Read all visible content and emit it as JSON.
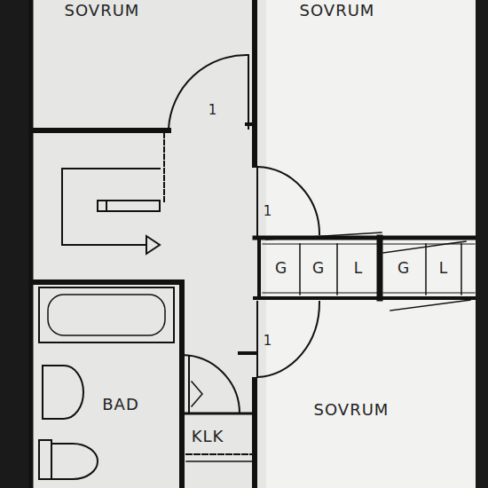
{
  "diagram": {
    "labels": [
      "SOVRUM",
      "SOVRUM",
      "1",
      "1",
      "1",
      "G",
      "G",
      "L",
      "G",
      "L",
      "BAD",
      "KLK",
      "SOVRUM"
    ]
  }
}
